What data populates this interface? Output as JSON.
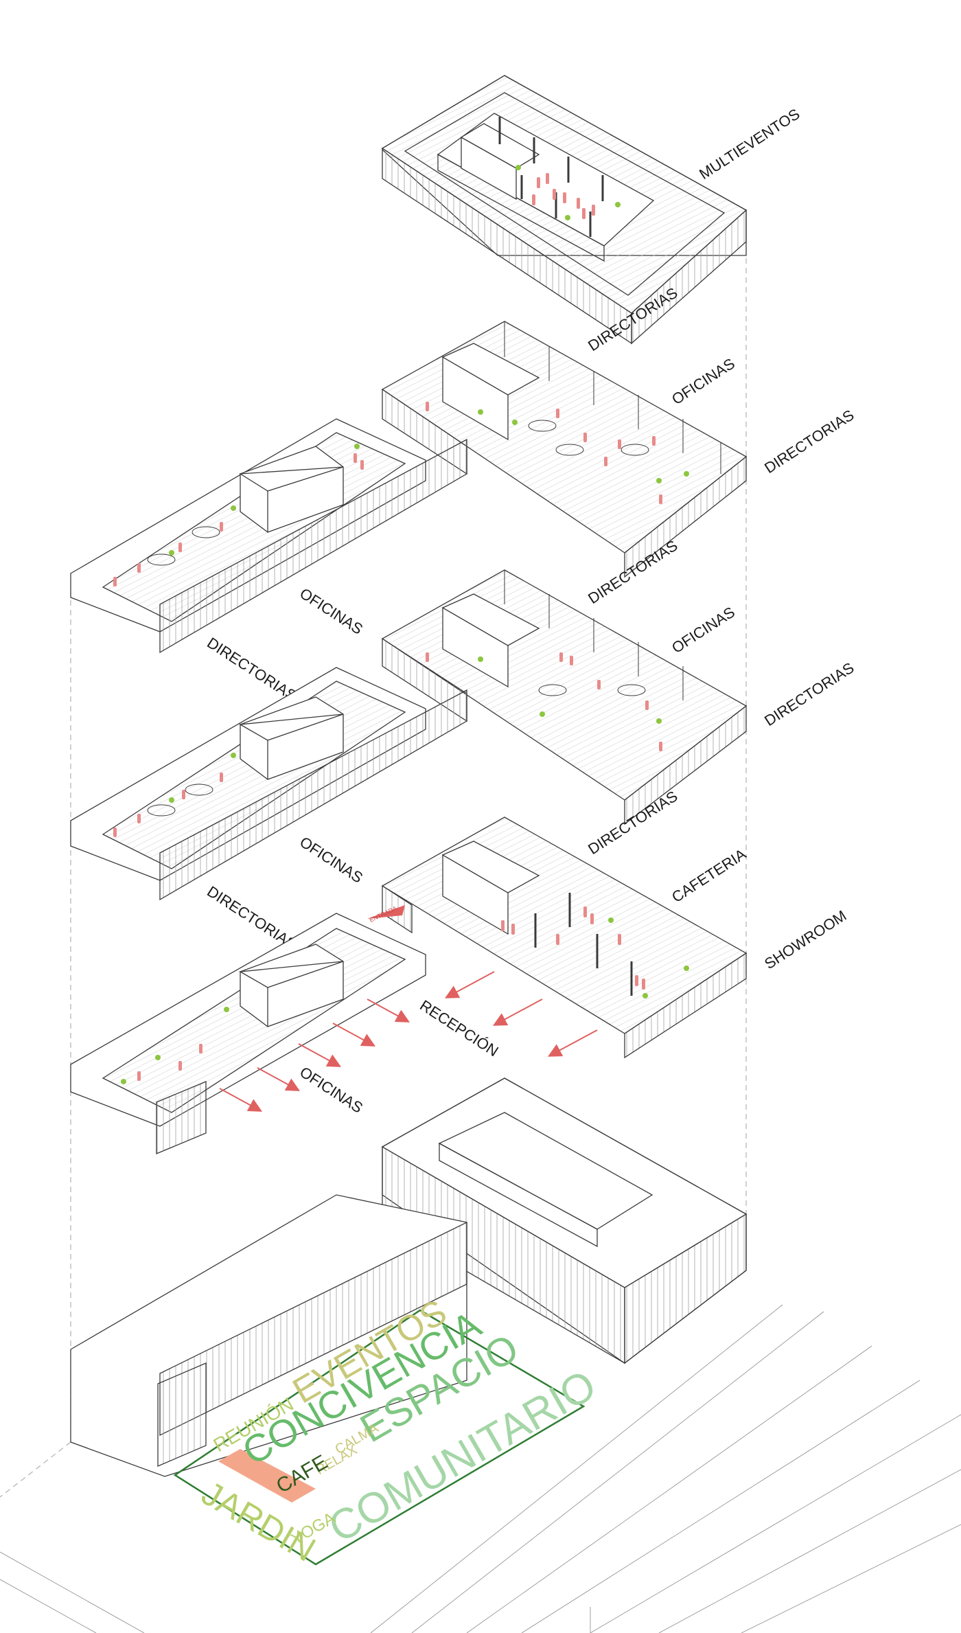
{
  "labels": {
    "multieventos": "MULTIEVENTOS",
    "directorias_1": "DIRECTORIAS",
    "oficinas_1": "OFICINAS",
    "directorias_2": "DIRECTORIAS",
    "directorias_3": "DIRECTORIAS",
    "oficinas_2": "OFICINAS",
    "directorias_4": "DIRECTORIAS",
    "oficinas_3": "OFICINAS",
    "directorias_5": "DIRECTORIAS",
    "directorias_6": "DIRECTORIAS",
    "oficinas_4": "OFICINAS",
    "directorias_7": "DIRECTORIAS",
    "cafeteria": "CAFETERIA",
    "showroom": "SHOWROOM",
    "recepcion": "RECEPCIÓN",
    "oficinas_5": "OFICINAS",
    "entrada": "ENTRADA"
  },
  "word_cloud": {
    "eventos": "EVENTOS",
    "reunion": "REUNIÓN",
    "concivencia": "CONCIVENCIA",
    "espacio": "ESPACIO",
    "calma": "CALMA",
    "relax": "RELAX",
    "cafe": "CAFE",
    "comunitario": "COMUNITARIO",
    "jardin": "JARDIN",
    "yoga": "YOGA"
  },
  "colors": {
    "accent_red": "#e06060",
    "people_pink": "#e88a8a",
    "plant_green": "#8cc63f",
    "cloud_green_dark": "#2e7d32",
    "cloud_green_mid": "#66bb6a",
    "cloud_green_light": "#b5cf6b",
    "cloud_khaki": "#c8c87a",
    "cafe_block": "#f4a68a",
    "line": "#3a3a3a"
  }
}
